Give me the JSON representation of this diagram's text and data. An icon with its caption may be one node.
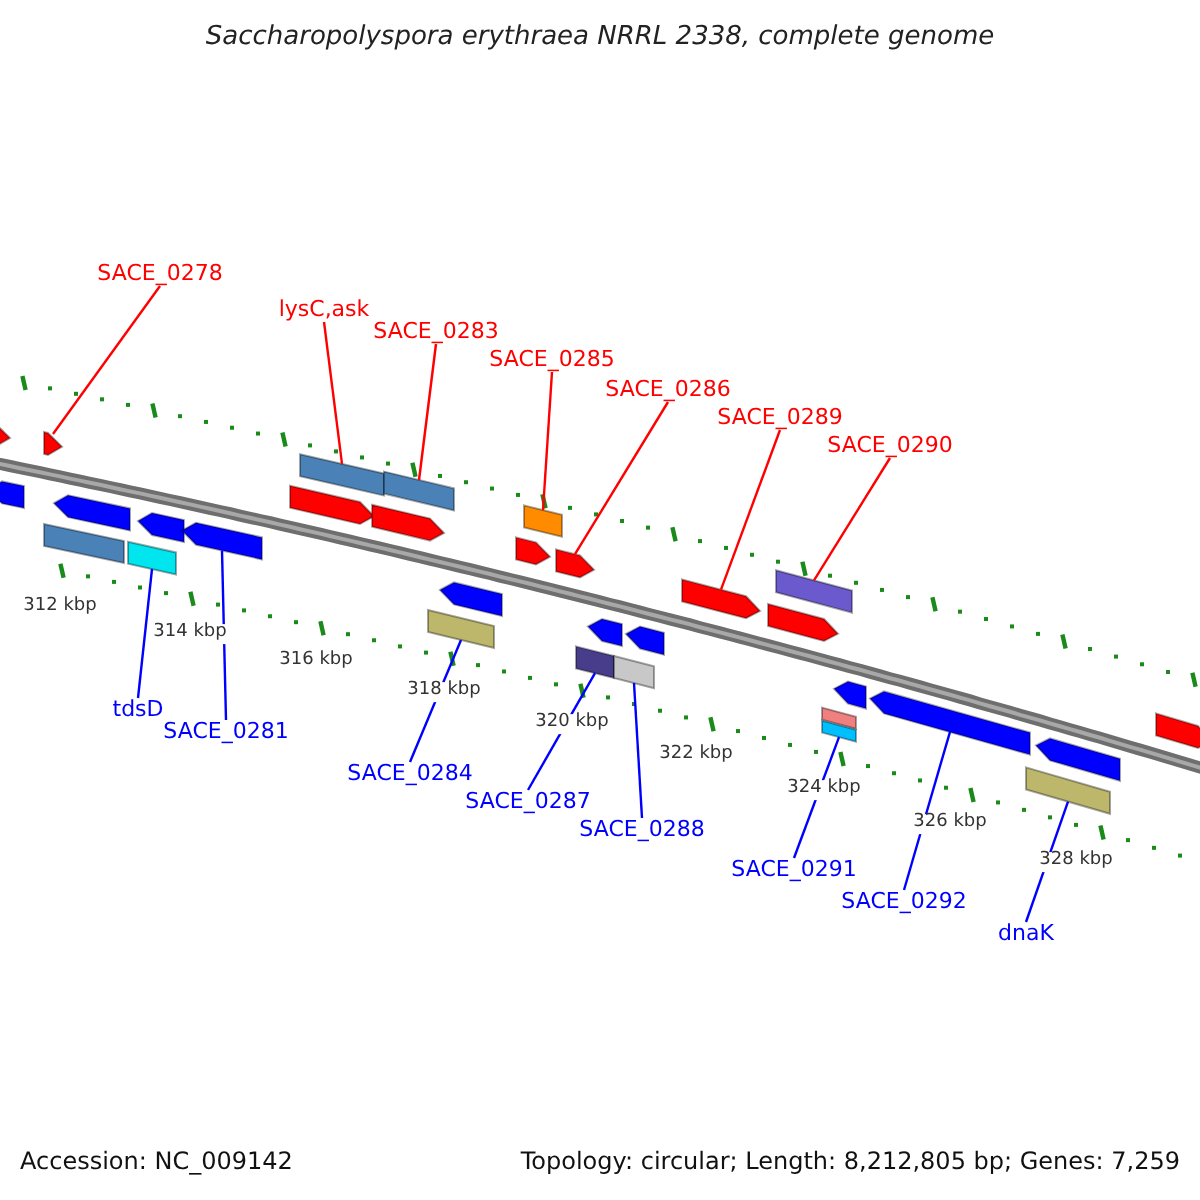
{
  "diagram": {
    "title": "Saccharopolyspora erythraea NRRL 2338, complete genome",
    "nodes": [
      {
        "text": [
          "SACE_0278"
        ]
      },
      {
        "text": [
          "lysC,ask"
        ]
      },
      {
        "text": [
          "SACE_0283"
        ]
      },
      {
        "text": [
          "SACE_0285"
        ]
      },
      {
        "text": [
          "SACE_0286"
        ]
      },
      {
        "text": [
          "SACE_0289"
        ]
      },
      {
        "text": [
          "SACE_0290"
        ]
      },
      {
        "text": [
          "tdsD"
        ]
      },
      {
        "text": [
          "SACE_0281"
        ]
      },
      {
        "text": [
          "SACE_0284"
        ]
      },
      {
        "text": [
          "SACE_0287"
        ]
      },
      {
        "text": [
          "SACE_0288"
        ]
      },
      {
        "text": [
          "SACE_0291"
        ]
      },
      {
        "text": [
          "SACE_0292"
        ]
      },
      {
        "text": [
          "dnaK"
        ]
      },
      {
        "text": [],
        "shape": "arrow"
      },
      {
        "text": [],
        "shape": "arrow"
      },
      {
        "text": [],
        "shape": "box"
      },
      {
        "text": [],
        "shape": "box"
      },
      {
        "text": [],
        "shape": "arrow"
      },
      {
        "text": [],
        "shape": "arrow"
      },
      {
        "text": [],
        "shape": "box"
      },
      {
        "text": [],
        "shape": "arrow"
      },
      {
        "text": [],
        "shape": "arrow"
      },
      {
        "text": [],
        "shape": "arrow"
      },
      {
        "text": [],
        "shape": "box"
      },
      {
        "text": [],
        "shape": "arrow"
      },
      {
        "text": [],
        "shape": "arrow"
      },
      {
        "text": [],
        "shape": "arrow"
      },
      {
        "text": [],
        "shape": "arrow"
      },
      {
        "text": [],
        "shape": "box"
      },
      {
        "text": [],
        "shape": "arrow"
      },
      {
        "text": [],
        "shape": "arrow"
      },
      {
        "text": [],
        "shape": "box"
      },
      {
        "text": [],
        "shape": "arrow"
      },
      {
        "text": [],
        "shape": "arrow"
      },
      {
        "text": [],
        "shape": "box"
      },
      {
        "text": [],
        "shape": "arrow"
      },
      {
        "text": [],
        "shape": "arrow"
      },
      {
        "text": [],
        "shape": "box"
      },
      {
        "text": [],
        "shape": "box"
      },
      {
        "text": [],
        "shape": "arrow"
      },
      {
        "text": [],
        "shape": "arrow"
      },
      {
        "text": [],
        "shape": "box"
      },
      {
        "text": [],
        "shape": "box"
      },
      {
        "text": [],
        "shape": "box"
      }
    ],
    "edges": [
      {
        "from": 0,
        "to": 16,
        "arrow": "none",
        "color": "#ff0000"
      },
      {
        "from": 1,
        "to": 17,
        "arrow": "none",
        "color": "#ff0000"
      },
      {
        "from": 2,
        "to": 18,
        "arrow": "none",
        "color": "#ff0000"
      },
      {
        "from": 3,
        "to": 21,
        "arrow": "none",
        "color": "#ff0000"
      },
      {
        "from": 4,
        "to": 23,
        "arrow": "none",
        "color": "#ff0000"
      },
      {
        "from": 5,
        "to": 24,
        "arrow": "none",
        "color": "#ff0000"
      },
      {
        "from": 6,
        "to": 25,
        "arrow": "none",
        "color": "#ff0000"
      },
      {
        "from": 7,
        "to": 33,
        "arrow": "none"
      },
      {
        "from": 8,
        "to": 32,
        "arrow": "none"
      },
      {
        "from": 9,
        "to": 36,
        "arrow": "none"
      },
      {
        "from": 10,
        "to": 39,
        "arrow": "none"
      },
      {
        "from": 11,
        "to": 40,
        "arrow": "none"
      },
      {
        "from": 12,
        "to": 44,
        "arrow": "none"
      },
      {
        "from": 13,
        "to": 42,
        "arrow": "none"
      },
      {
        "from": 14,
        "to": 45,
        "arrow": "none"
      }
    ],
    "labels": [
      "312 kbp",
      "314 kbp",
      "316 kbp",
      "318 kbp",
      "320 kbp",
      "322 kbp",
      "324 kbp",
      "326 kbp",
      "328 kbp",
      "Accession: NC_009142",
      "Topology: circular; Length: 8,212,805 bp; Genes: 7,259"
    ]
  }
}
